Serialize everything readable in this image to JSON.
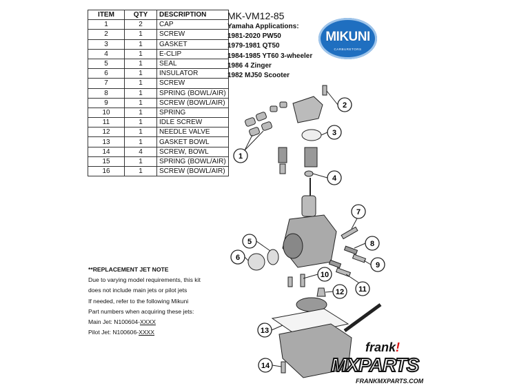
{
  "table": {
    "headers": [
      "ITEM",
      "QTY",
      "DESCRIPTION"
    ],
    "rows": [
      {
        "item": "1",
        "qty": "2",
        "desc": "CAP"
      },
      {
        "item": "2",
        "qty": "1",
        "desc": "SCREW"
      },
      {
        "item": "3",
        "qty": "1",
        "desc": "GASKET"
      },
      {
        "item": "4",
        "qty": "1",
        "desc": "E-CLIP"
      },
      {
        "item": "5",
        "qty": "1",
        "desc": "SEAL"
      },
      {
        "item": "6",
        "qty": "1",
        "desc": "INSULATOR"
      },
      {
        "item": "7",
        "qty": "1",
        "desc": "SCREW"
      },
      {
        "item": "8",
        "qty": "1",
        "desc": "SPRING (BOWL/AIR)"
      },
      {
        "item": "9",
        "qty": "1",
        "desc": "SCREW (BOWL/AIR)"
      },
      {
        "item": "10",
        "qty": "1",
        "desc": "SPRING"
      },
      {
        "item": "11",
        "qty": "1",
        "desc": "IDLE SCREW"
      },
      {
        "item": "12",
        "qty": "1",
        "desc": "NEEDLE VALVE"
      },
      {
        "item": "13",
        "qty": "1",
        "desc": "GASKET BOWL"
      },
      {
        "item": "14",
        "qty": "4",
        "desc": "SCREW, BOWL"
      },
      {
        "item": "15",
        "qty": "1",
        "desc": "SPRING (BOWL/AIR)"
      },
      {
        "item": "16",
        "qty": "1",
        "desc": "SCREW (BOWL/AIR)"
      }
    ]
  },
  "applications": {
    "model": "MK-VM12-85",
    "heading": "Yamaha Applications:",
    "items": [
      "1981-2020 PW50",
      "1979-1981 QT50",
      "1984-1985 YT60 3-wheeler",
      "1986 4 Zinger",
      "1982 MJ50 Scooter"
    ]
  },
  "note": {
    "title": "**REPLACEMENT JET NOTE",
    "lines": [
      "Due to varying model requirements, this kit",
      "does not include main jets or pilot jets",
      "If needed, refer to the following Mikuni",
      "Part numbers when acquiring these jets:"
    ],
    "main_jet_label": "Main Jet:  N100604-",
    "main_jet_suffix": "XXXX",
    "pilot_jet_label": "Pilot Jet:  N100606-",
    "pilot_jet_suffix": "XXXX"
  },
  "logos": {
    "mikuni": "MIKUNI",
    "mikuni_sub": "CARBURETORS",
    "frank_top": "frank",
    "frank_bang": "!",
    "frank_main": "MXPARTS",
    "frank_url": "FRANKMXPARTS.COM"
  },
  "callouts": [
    "1",
    "2",
    "3",
    "4",
    "5",
    "6",
    "7",
    "8",
    "9",
    "10",
    "11",
    "12",
    "13",
    "14"
  ],
  "colors": {
    "mikuni_blue": "#1f6fc0",
    "frank_red": "#dd1111"
  }
}
